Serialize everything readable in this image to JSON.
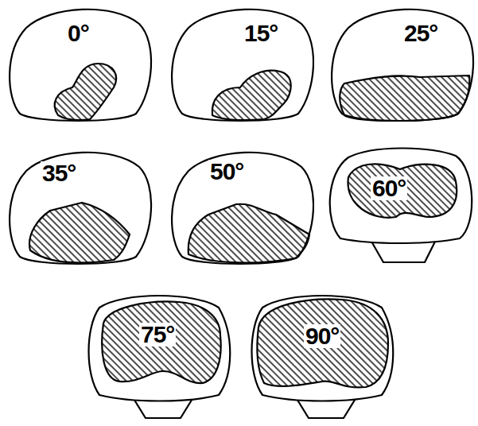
{
  "diagram": {
    "nodes": [
      {
        "text": [
          "0°"
        ]
      },
      {
        "text": [
          "15°"
        ]
      },
      {
        "text": [
          "25°"
        ]
      },
      {
        "text": [
          "35°"
        ]
      },
      {
        "text": [
          "50°"
        ]
      },
      {
        "text": [
          "60°"
        ]
      },
      {
        "text": [
          "75°"
        ]
      },
      {
        "text": [
          "90°"
        ]
      }
    ]
  }
}
